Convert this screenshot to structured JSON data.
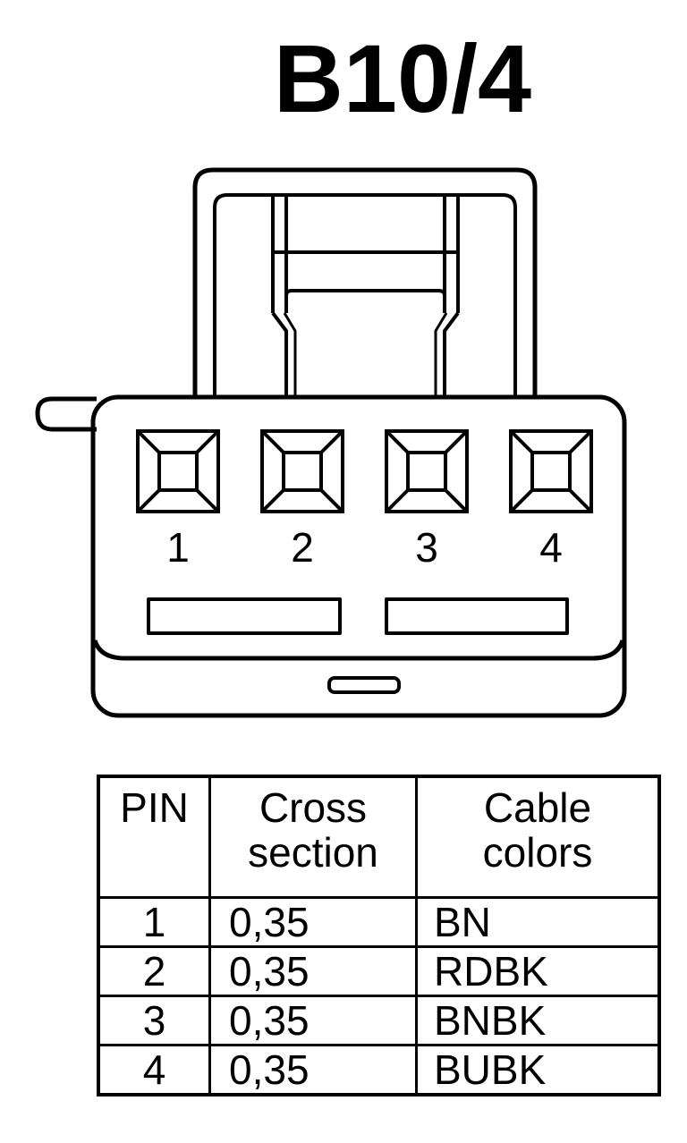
{
  "connector": {
    "title": "B10/4",
    "pin_labels": [
      "1",
      "2",
      "3",
      "4"
    ]
  },
  "pin_table": {
    "headers": {
      "pin": "PIN",
      "cross_section_line1": "Cross",
      "cross_section_line2": "section",
      "cable_colors_line1": "Cable",
      "cable_colors_line2": "colors"
    },
    "rows": [
      {
        "pin": "1",
        "cross_section": "0,35",
        "color": "BN"
      },
      {
        "pin": "2",
        "cross_section": "0,35",
        "color": "RDBK"
      },
      {
        "pin": "3",
        "cross_section": "0,35",
        "color": "BNBK"
      },
      {
        "pin": "4",
        "cross_section": "0,35",
        "color": "BUBK"
      }
    ]
  }
}
